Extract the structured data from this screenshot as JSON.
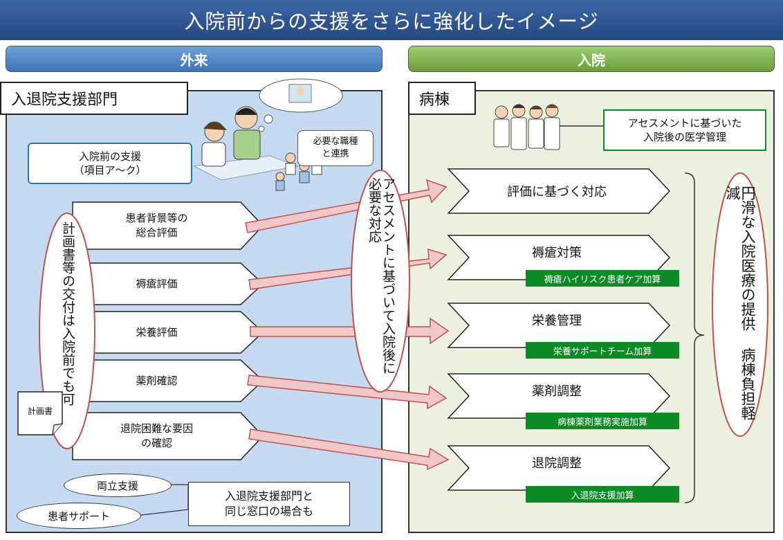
{
  "title": "入院前からの支援をさらに強化したイメージ",
  "outpatient": {
    "header": "外来",
    "section_tab": "入退院支援部門",
    "callout": [
      "入院前の支援",
      "（項目ア～ク）"
    ],
    "thought_bubble": [
      "必要な職種",
      "と連携"
    ],
    "items": [
      [
        "患者背景等の",
        "総合評価"
      ],
      [
        "褥瘡評価"
      ],
      [
        "栄養評価"
      ],
      [
        "薬剤確認"
      ],
      [
        "退院困難な要因",
        "の確認"
      ]
    ],
    "oval_left": "計画書等の交付は入院前でも可",
    "doc_label": "計画書",
    "support_ovals": [
      "両立支援",
      "患者サポート"
    ],
    "note": [
      "入退院支援部門と",
      "同じ窓口の場合も"
    ]
  },
  "center_oval": "アセスメントに基づいて入院後に必要な対応",
  "inpatient": {
    "header": "入院",
    "section_tab": "病棟",
    "callout": [
      "アセスメントに基づいた",
      "入院後の医学管理"
    ],
    "items": [
      {
        "label": "評価に基づく対応",
        "badge": ""
      },
      {
        "label": "褥瘡対策",
        "badge": "褥瘡ハイリスク患者ケア加算"
      },
      {
        "label": "栄養管理",
        "badge": "栄養サポートチーム加算"
      },
      {
        "label": "薬剤調整",
        "badge": "病棟薬剤業務実施加算"
      },
      {
        "label": "退院調整",
        "badge": "入退院支援加算"
      }
    ],
    "oval_right": "円滑な入院医療の提供 病棟負担軽減"
  },
  "colors": {
    "title_bg": "#2f5597",
    "out_bg": "#c5d9f1",
    "in_bg": "#ebf1de",
    "badge": "#0c8a26",
    "arrow": "#f2c7c7",
    "arrow_edge": "#c0504d"
  }
}
